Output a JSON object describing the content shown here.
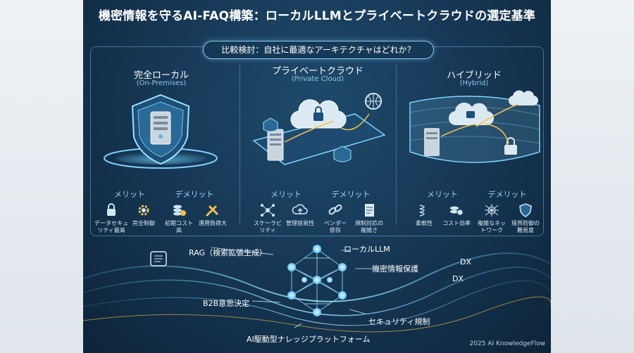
{
  "title": "機密情報を守るAI-FAQ構築：ローカルLLMとプライベートクラウドの選定基準",
  "subtitle": "比較検討：自社に最適なアーキテクチャはどれか？",
  "columns": [
    {
      "name": "完全ローカル",
      "en": "(On-Premises)",
      "merit_label": "メリット",
      "demerit_label": "デメリット",
      "points": [
        {
          "icon": "lock-icon",
          "text": "データセキュ\nリティ最高"
        },
        {
          "icon": "gear-icon",
          "text": "完全制御"
        },
        {
          "icon": "coins-icon",
          "text": "初期コスト\n高"
        },
        {
          "icon": "wrench-icon",
          "text": "運用負荷大"
        }
      ]
    },
    {
      "name": "プライベートクラウド",
      "en": "(Private Cloud)",
      "merit_label": "メリット",
      "demerit_label": "デメリット",
      "points": [
        {
          "icon": "network-icon",
          "text": "スケーラビ\nリティ"
        },
        {
          "icon": "cloud-upload-icon",
          "text": "管理容易性"
        },
        {
          "icon": "chain-icon",
          "text": "ベンダー\n依存"
        },
        {
          "icon": "document-icon",
          "text": "規制対応の\n複雑さ"
        }
      ]
    },
    {
      "name": "ハイブリッド",
      "en": "(Hybrid)",
      "merit_label": "メリット",
      "demerit_label": "デメリット",
      "points": [
        {
          "icon": "spring-icon",
          "text": "柔軟性"
        },
        {
          "icon": "coin-stack-icon",
          "text": "コスト効率"
        },
        {
          "icon": "web-icon",
          "text": "複雑なネッ\nトワーク"
        },
        {
          "icon": "shield-icon",
          "text": "境界防御の\n難易度"
        }
      ]
    }
  ],
  "network_labels": {
    "rag": "RAG（検索拡張生成）",
    "local_llm": "ローカルLLM",
    "privacy": "機密情報保護",
    "dx_top": "DX",
    "dx_mid": "DX",
    "b2b": "B2B意思決定",
    "security": "セキュリティ規制",
    "platform": "AI駆動型ナレッジプラットフォーム"
  },
  "footer": "2025 AI KnowledgeFlow",
  "colors": {
    "accent": "#6fc6f0",
    "panel": "#153552",
    "glow": "#9fe3ff"
  }
}
